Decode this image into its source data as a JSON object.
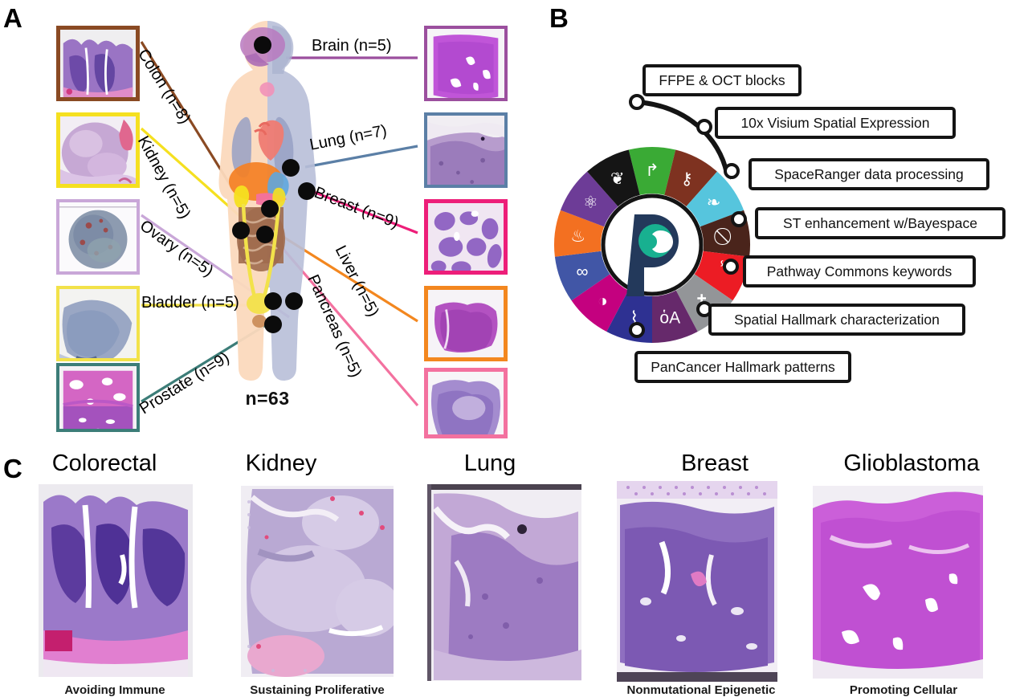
{
  "figure": {
    "panels": [
      {
        "letter": "A"
      },
      {
        "letter": "B"
      },
      {
        "letter": "C"
      }
    ]
  },
  "panelA": {
    "letter": "A",
    "total_label": "n=63",
    "organs": [
      {
        "name": "Colon",
        "label": "Colon (n=8)",
        "n": 8,
        "color": "#8a4a23",
        "side": "left"
      },
      {
        "name": "Kidney",
        "label": "Kidney (n=5)",
        "n": 5,
        "color": "#f5e020",
        "side": "left"
      },
      {
        "name": "Ovary",
        "label": "Ovary (n=5)",
        "n": 5,
        "color": "#c9a7d8",
        "side": "left"
      },
      {
        "name": "Bladder",
        "label": "Bladder (n=5)",
        "n": 5,
        "color": "#f2e24a",
        "side": "left"
      },
      {
        "name": "Prostate",
        "label": "Prostate (n=9)",
        "n": 9,
        "color": "#3c7d78",
        "side": "left"
      },
      {
        "name": "Brain",
        "label": "Brain (n=5)",
        "n": 5,
        "color": "#9b4f9e",
        "side": "right"
      },
      {
        "name": "Lung",
        "label": "Lung (n=7)",
        "n": 7,
        "color": "#5b7fa6",
        "side": "right"
      },
      {
        "name": "Breast",
        "label": "Breast (n=9)",
        "n": 9,
        "color": "#ed1e79",
        "side": "right"
      },
      {
        "name": "Liver",
        "label": "Liver (n=5)",
        "n": 5,
        "color": "#f3871f",
        "side": "right"
      },
      {
        "name": "Pancreas",
        "label": "Pancreas (n=5)",
        "n": 5,
        "color": "#f3719f",
        "side": "right"
      }
    ]
  },
  "panelB": {
    "letter": "B",
    "steps": [
      {
        "label": "FFPE & OCT blocks"
      },
      {
        "label": "10x Visium Spatial Expression"
      },
      {
        "label": "SpaceRanger data processing"
      },
      {
        "label": "ST enhancement  w/Bayespace"
      },
      {
        "label": "Pathway Commons keywords"
      },
      {
        "label": "Spatial Hallmark characterization"
      },
      {
        "label": "PanCancer Hallmark patterns"
      }
    ],
    "wheel": {
      "center_logo": "pathway-commons-logo",
      "segments": [
        {
          "icon": "arrow-turn-right-icon",
          "name": "sustaining-proliferative-signaling",
          "color": "#3aaa35"
        },
        {
          "icon": "thermometer-icon",
          "name": "tumor-promoting-inflammation",
          "color": "#7e3220"
        },
        {
          "icon": "leaf-icon",
          "name": "deregulating-cellular-energetics",
          "color": "#56c5dd"
        },
        {
          "icon": "no-entry-icon",
          "name": "evading-growth-suppressors",
          "color": "#4a241b"
        },
        {
          "icon": "blood-vessel-icon",
          "name": "inducing-angiogenesis",
          "color": "#ec1c24"
        },
        {
          "icon": "cross-icon",
          "name": "resisting-cell-death",
          "color": "#939598"
        },
        {
          "icon": "shell-icon",
          "name": "activating-invasion-metastasis",
          "color": "#66296b"
        },
        {
          "icon": "dna-icon",
          "name": "genome-instability-mutation",
          "color": "#2e3192"
        },
        {
          "icon": "mask-icon",
          "name": "avoiding-immune-destruction",
          "color": "#c4017f"
        },
        {
          "icon": "infinity-icon",
          "name": "enabling-replicative-immortality",
          "color": "#4156a6"
        },
        {
          "icon": "flame-icon",
          "name": "nonmutational-epigenetic-reprogramming",
          "color": "#f37021"
        },
        {
          "icon": "atom-icon",
          "name": "unlocking-phenotypic-plasticity",
          "color": "#6d3c97"
        },
        {
          "icon": "bacteria-icon",
          "name": "polymorphic-microbiomes",
          "color": "#151515"
        }
      ]
    }
  },
  "panelC": {
    "letter": "C",
    "samples": [
      {
        "title": "Colorectal",
        "caption": "Avoiding Immune"
      },
      {
        "title": "Kidney",
        "caption": "Sustaining Proliferative"
      },
      {
        "title": "Lung",
        "caption": ""
      },
      {
        "title": "Breast",
        "caption": "Nonmutational Epigenetic"
      },
      {
        "title": "Glioblastoma",
        "caption": "Promoting Cellular"
      }
    ]
  }
}
